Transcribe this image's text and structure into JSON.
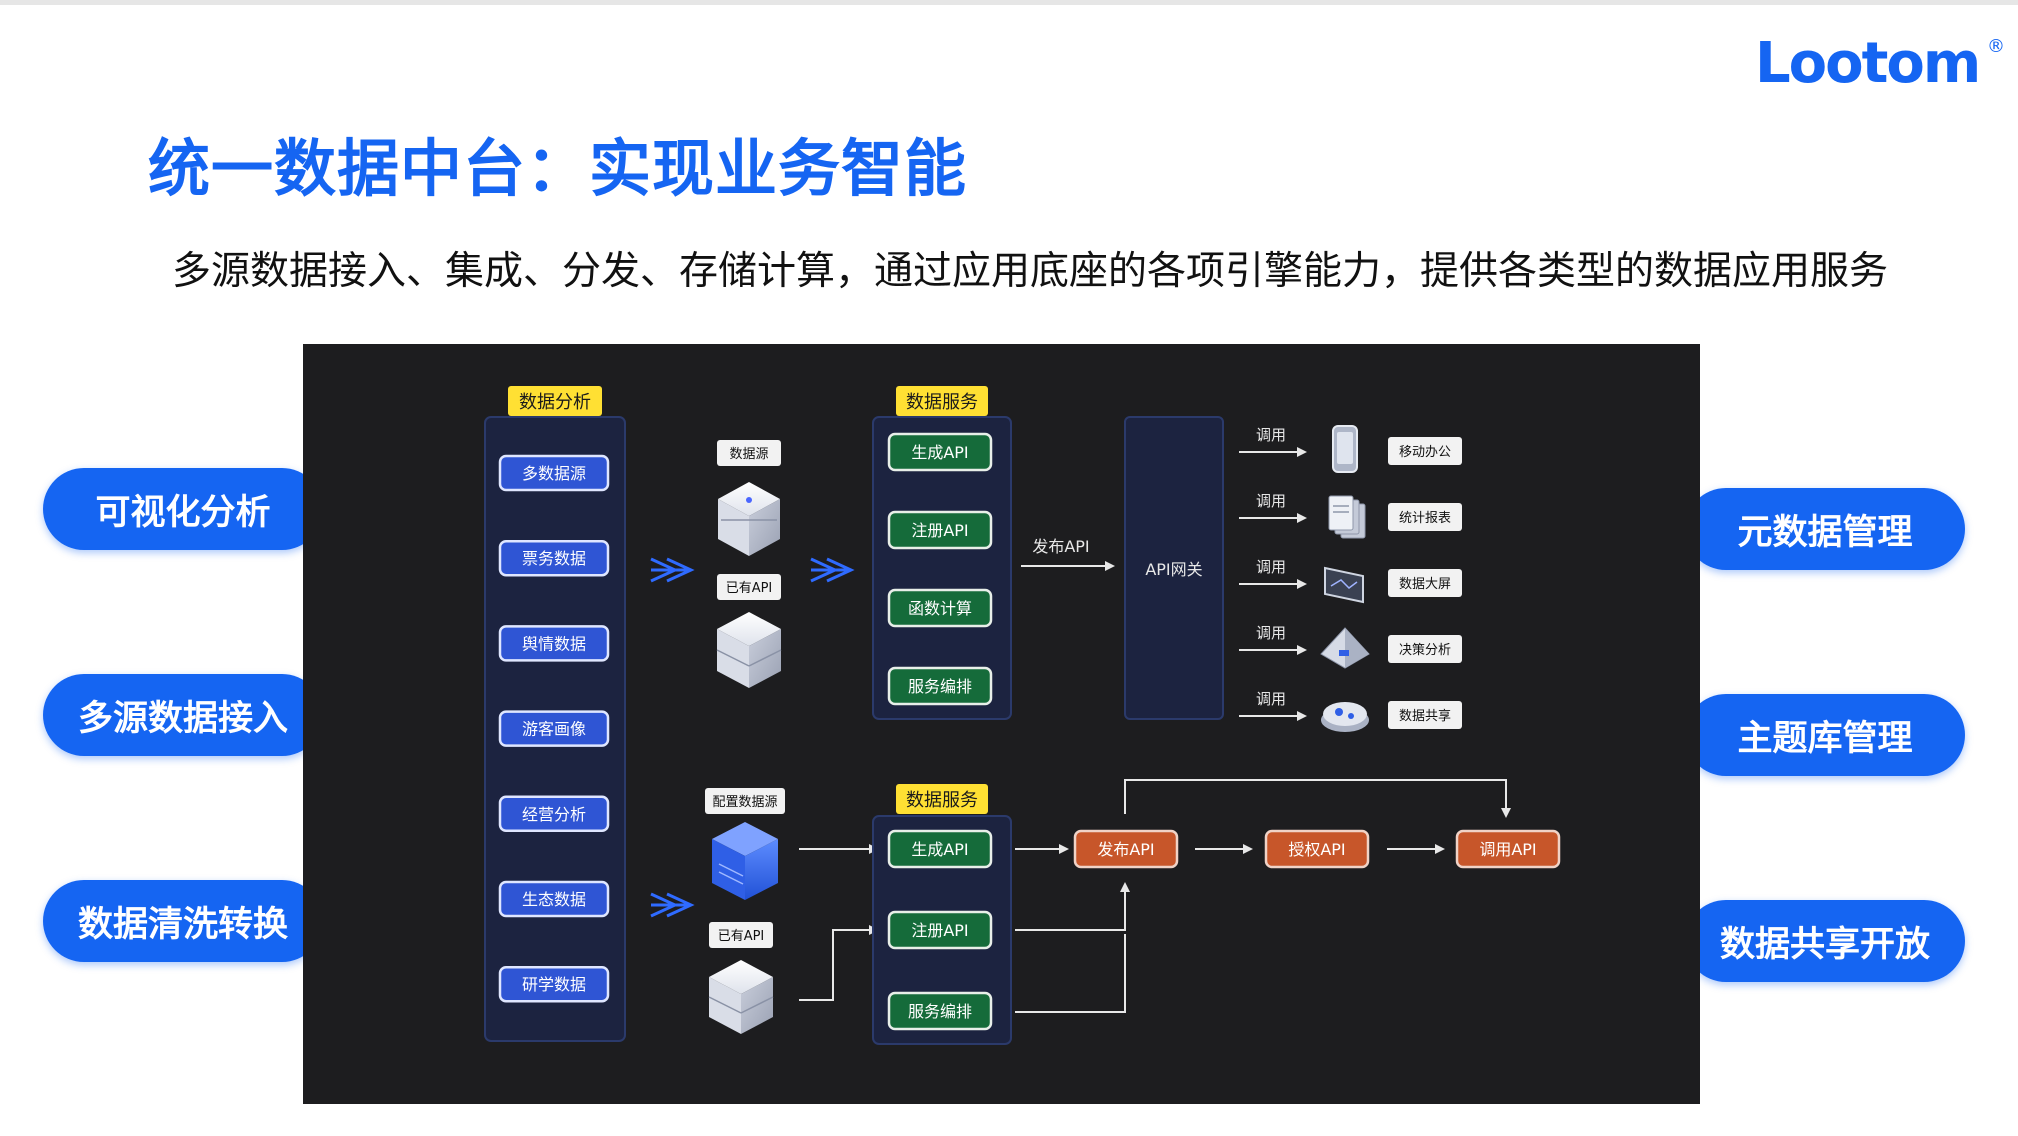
{
  "brand": {
    "logo_text": "Lootom",
    "registered_mark": "®",
    "color": "#1565f2"
  },
  "header": {
    "title": "统一数据中台：实现业务智能",
    "subtitle": "多源数据接入、集成、分发、存储计算，通过应用底座的各项引擎能力，提供各类型的数据应用服务"
  },
  "left_pills": [
    "可视化分析",
    "多源数据接入",
    "数据清洗转换"
  ],
  "right_pills": [
    "元数据管理",
    "主题库管理",
    "数据共享开放"
  ],
  "diagram": {
    "analysis_column": {
      "label": "数据分析",
      "items": [
        "多数据源",
        "票务数据",
        "舆情数据",
        "游客画像",
        "经营分析",
        "生态数据",
        "研学数据"
      ]
    },
    "top_sources": {
      "datasource_label": "数据源",
      "existing_api_label": "已有API"
    },
    "top_service": {
      "label": "数据服务",
      "items": [
        "生成API",
        "注册API",
        "函数计算",
        "服务编排"
      ]
    },
    "publish_label": "发布API",
    "gateway_label": "API网关",
    "consumers": [
      {
        "call": "调用",
        "icon": "mobile-icon",
        "label": "移动办公"
      },
      {
        "call": "调用",
        "icon": "report-stack-icon",
        "label": "统计报表"
      },
      {
        "call": "调用",
        "icon": "big-screen-icon",
        "label": "数据大屏"
      },
      {
        "call": "调用",
        "icon": "decision-pyramid-icon",
        "label": "决策分析"
      },
      {
        "call": "调用",
        "icon": "cloud-share-icon",
        "label": "数据共享"
      }
    ],
    "bottom_sources": {
      "config_label": "配置数据源",
      "existing_api_label": "已有API"
    },
    "bottom_service": {
      "label": "数据服务",
      "items": [
        "生成API",
        "注册API",
        "服务编排"
      ]
    },
    "pipeline": [
      "发布API",
      "授权API",
      "调用API"
    ],
    "colors": {
      "panel_bg": "#1d1d1f",
      "column_bg": "#1c2340",
      "column_border": "#2b3a6b",
      "blue_button": "#2f55d4",
      "green_button": "#156b3a",
      "orange_button": "#c7562a",
      "tag_yellow": "#ffe033",
      "white_tag": "#f2f2f2"
    }
  }
}
